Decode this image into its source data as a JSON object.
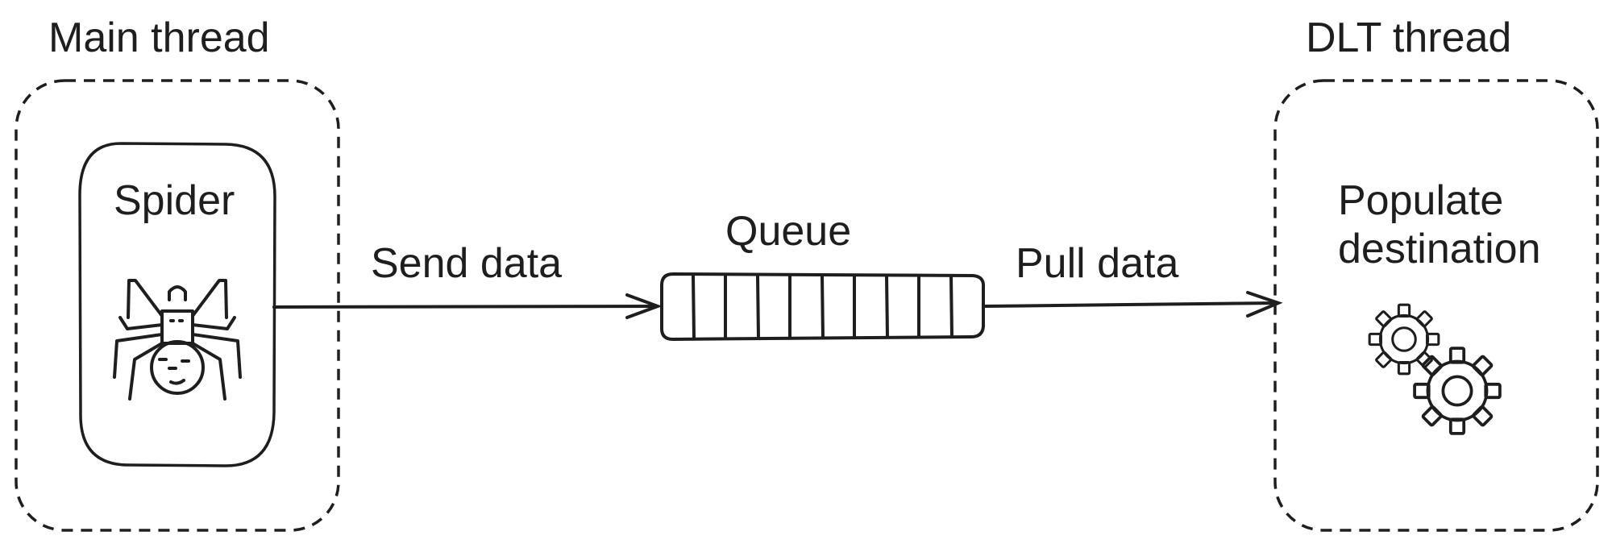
{
  "main_thread": {
    "title": "Main thread",
    "spider_label": "Spider"
  },
  "send_label": "Send data",
  "queue_label": "Queue",
  "pull_label": "Pull data",
  "dlt_thread": {
    "title": "DLT thread",
    "populate_lines": [
      "Populate",
      "destination"
    ]
  },
  "icons": {
    "spider": "spider-icon",
    "gears": "gears-icon"
  },
  "colors": {
    "stroke": "#1e1e1e",
    "background": "#ffffff"
  }
}
